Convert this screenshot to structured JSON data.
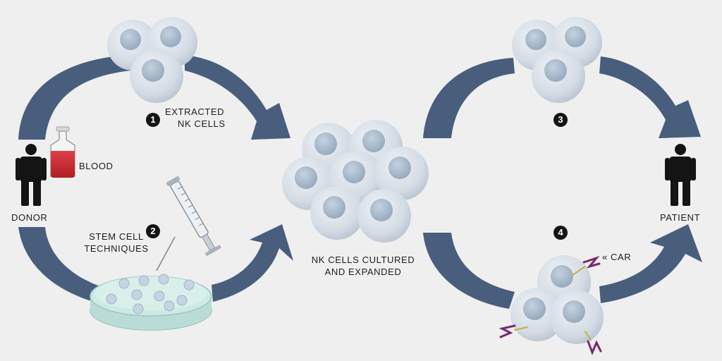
{
  "labels": {
    "extracted": [
      "EXTRACTED",
      "NK CELLS"
    ],
    "blood": "BLOOD",
    "donor": "DONOR",
    "stem": [
      "STEM CELL",
      "TECHNIQUES"
    ],
    "cultured": [
      "NK CELLS CULTURED",
      "AND EXPANDED"
    ],
    "patient": "PATIENT",
    "car": "« CAR"
  },
  "steps": [
    "1",
    "2",
    "3",
    "4"
  ],
  "colors": {
    "arrow": "#485e7c",
    "cell_body": "#c9d3de",
    "cell_nucleus": "#9fb3c7",
    "figure": "#141414",
    "blood": "#c8232c",
    "dish": "#bfe0da",
    "car_receptor": "#7a2a6e",
    "car_stalk": "#c2b23a"
  }
}
